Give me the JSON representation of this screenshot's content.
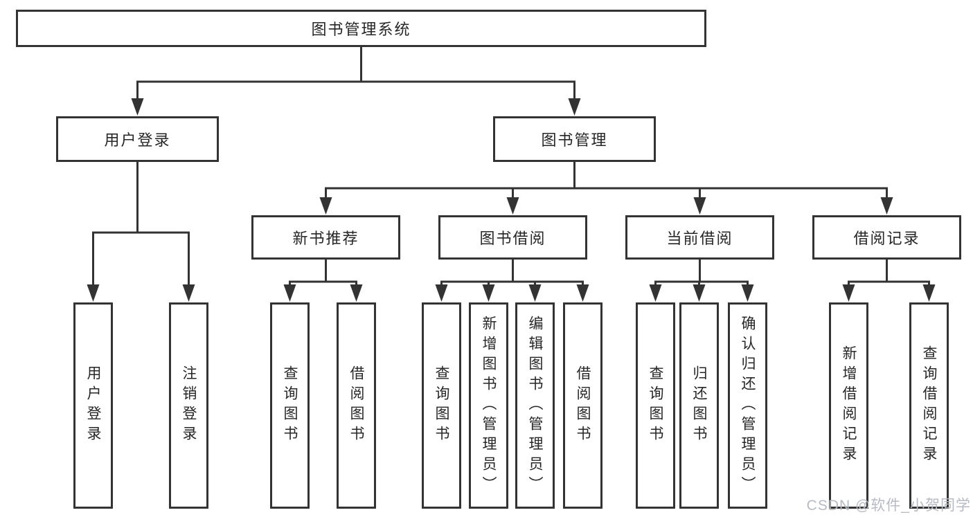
{
  "diagram": {
    "root": "图书管理系统",
    "branches": [
      {
        "label": "用户登录",
        "children": [
          {
            "label": "用户登录"
          },
          {
            "label": "注销登录"
          }
        ]
      },
      {
        "label": "图书管理",
        "children": [
          {
            "label": "新书推荐",
            "children": [
              {
                "label": "查询图书"
              },
              {
                "label": "借阅图书"
              }
            ]
          },
          {
            "label": "图书借阅",
            "children": [
              {
                "label": "查询图书"
              },
              {
                "label": "新增图书（管理员）"
              },
              {
                "label": "编辑图书（管理员）"
              },
              {
                "label": "借阅图书"
              }
            ]
          },
          {
            "label": "当前借阅",
            "children": [
              {
                "label": "查询图书"
              },
              {
                "label": "归还图书"
              },
              {
                "label": "确认归还（管理员）"
              }
            ]
          },
          {
            "label": "借阅记录",
            "children": [
              {
                "label": "新增借阅记录"
              },
              {
                "label": "查询借阅记录"
              }
            ]
          }
        ]
      }
    ]
  },
  "watermark": {
    "text": "CSDN @软件_小贺同学"
  },
  "colors": {
    "line": "#333333",
    "text": "#262626",
    "background": "#ffffff",
    "watermark": "#b6bac2"
  }
}
